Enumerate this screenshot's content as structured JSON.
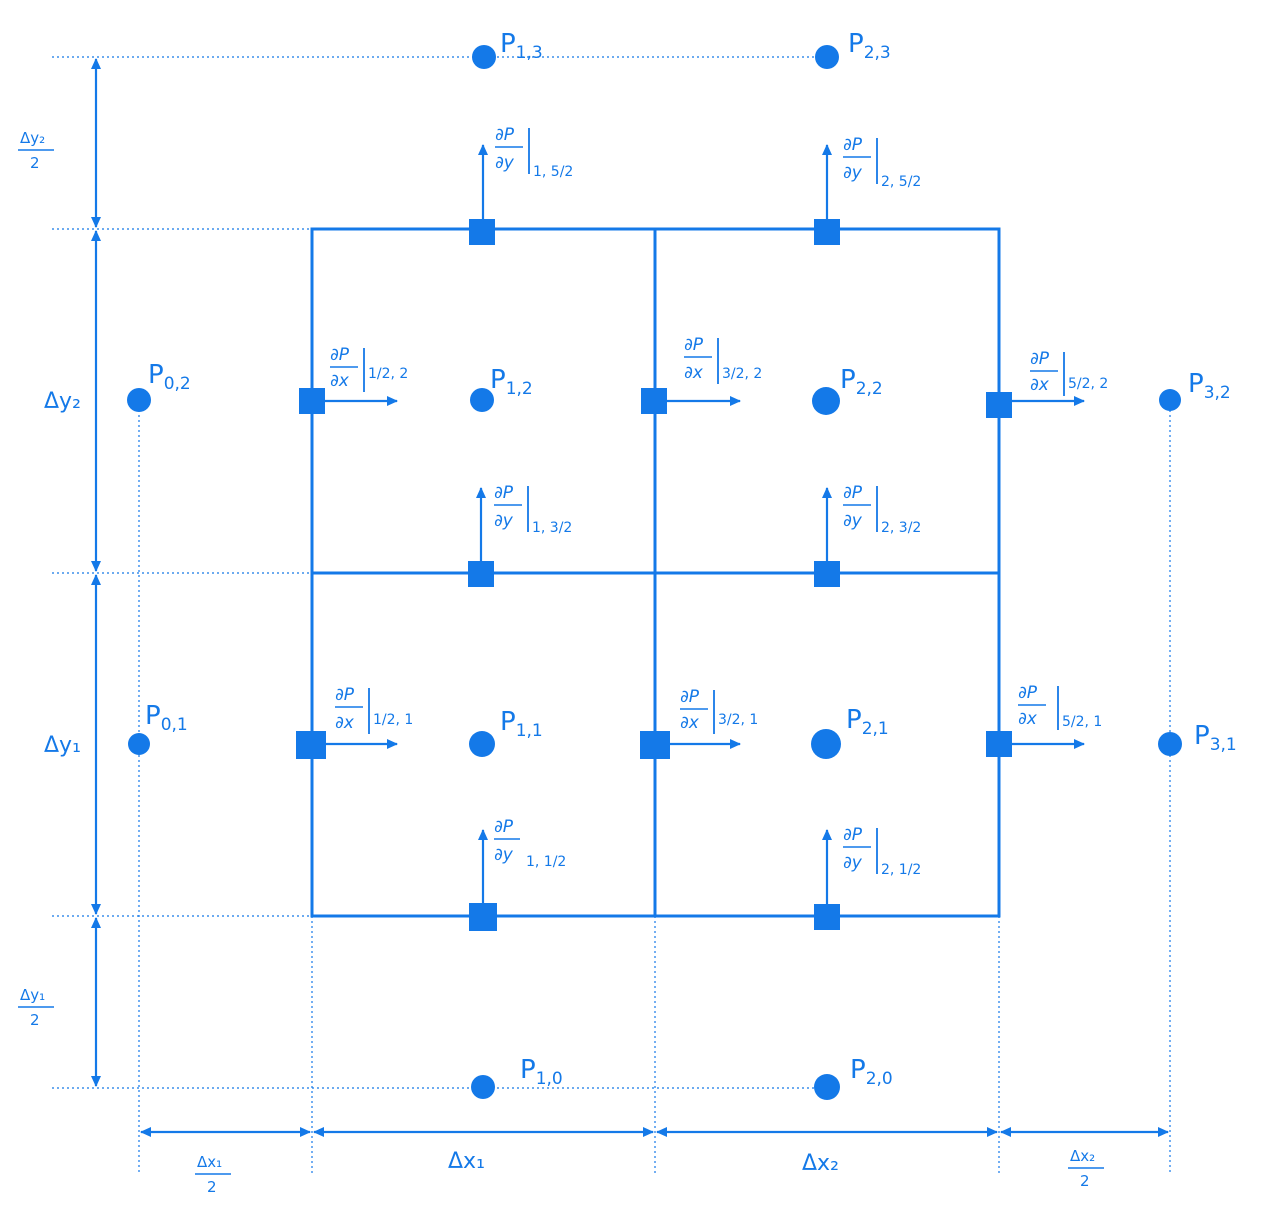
{
  "colors": {
    "ink": "#1479e8"
  },
  "nodes": [
    {
      "id": "P13",
      "main": "P",
      "sub": "1,3"
    },
    {
      "id": "P23",
      "main": "P",
      "sub": "2,3"
    },
    {
      "id": "P02",
      "main": "P",
      "sub": "0,2"
    },
    {
      "id": "P12",
      "main": "P",
      "sub": "1,2"
    },
    {
      "id": "P22",
      "main": "P",
      "sub": "2,2"
    },
    {
      "id": "P32",
      "main": "P",
      "sub": "3,2"
    },
    {
      "id": "P01",
      "main": "P",
      "sub": "0,1"
    },
    {
      "id": "P11",
      "main": "P",
      "sub": "1,1"
    },
    {
      "id": "P21",
      "main": "P",
      "sub": "2,1"
    },
    {
      "id": "P31",
      "main": "P",
      "sub": "3,1"
    },
    {
      "id": "P10",
      "main": "P",
      "sub": "1,0"
    },
    {
      "id": "P20",
      "main": "P",
      "sub": "2,0"
    }
  ],
  "derivatives": [
    {
      "id": "dy_1_52",
      "num": "∂P",
      "den": "∂y",
      "sub": "1, 5/2"
    },
    {
      "id": "dy_2_52",
      "num": "∂P",
      "den": "∂y",
      "sub": "2, 5/2"
    },
    {
      "id": "dx_12_2",
      "num": "∂P",
      "den": "∂x",
      "sub": "1/2, 2"
    },
    {
      "id": "dx_32_2",
      "num": "∂P",
      "den": "∂x",
      "sub": "3/2, 2"
    },
    {
      "id": "dx_52_2",
      "num": "∂P",
      "den": "∂x",
      "sub": "5/2, 2"
    },
    {
      "id": "dy_1_32",
      "num": "∂P",
      "den": "∂y",
      "sub": "1, 3/2"
    },
    {
      "id": "dy_2_32",
      "num": "∂P",
      "den": "∂y",
      "sub": "2, 3/2"
    },
    {
      "id": "dx_12_1",
      "num": "∂P",
      "den": "∂x",
      "sub": "1/2, 1"
    },
    {
      "id": "dx_32_1",
      "num": "∂P",
      "den": "∂x",
      "sub": "3/2, 1"
    },
    {
      "id": "dx_52_1",
      "num": "∂P",
      "den": "∂x",
      "sub": "5/2, 1"
    },
    {
      "id": "dy_1_12",
      "num": "∂P",
      "den": "∂y",
      "sub": "1, 1/2"
    },
    {
      "id": "dy_2_12",
      "num": "∂P",
      "den": "∂y",
      "sub": "2, 1/2"
    }
  ],
  "dimensions": {
    "dy2_half": {
      "num": "Δy₂",
      "den": "2"
    },
    "dy2": {
      "text": "Δy₂"
    },
    "dy1": {
      "text": "Δy₁"
    },
    "dy1_half": {
      "num": "Δy₁",
      "den": "2"
    },
    "dx1_half": {
      "num": "Δx₁",
      "den": "2"
    },
    "dx1": {
      "text": "Δx₁"
    },
    "dx2": {
      "text": "Δx₂"
    },
    "dx2_half": {
      "num": "Δx₂",
      "den": "2"
    }
  }
}
